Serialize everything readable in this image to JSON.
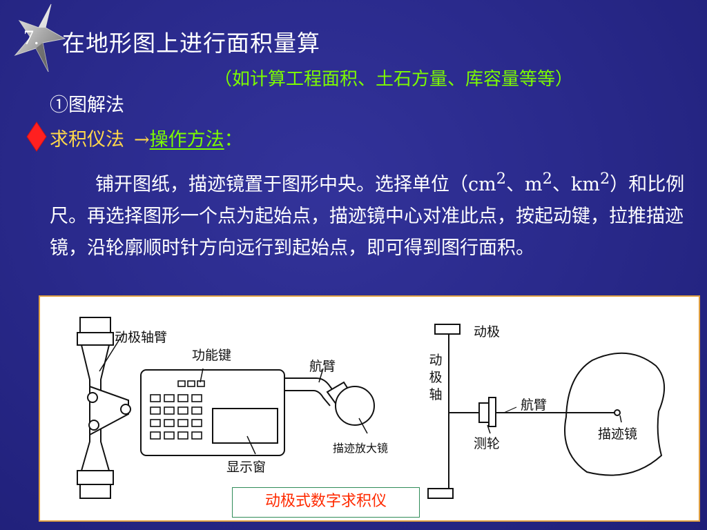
{
  "slide": {
    "number": "7.",
    "title": "在地形图上进行面积量算",
    "subtitle": "（如计算工程面积、土石方量、库容量等等）",
    "method1": "①图解法",
    "method2": "求积仪法",
    "arrow": "→",
    "operation_link": "操作方法",
    "colon": "：",
    "paragraph": {
      "part1": "铺开图纸，描迹镜置于图形中央。选择单位（cm",
      "sup1": "2",
      "part2": "、m",
      "sup2": "2",
      "part3": "、km",
      "sup3": "2",
      "part4": "）和比例尺。再选择图形一个点为起始点，描迹镜中心对准此点，按起动键，拉推描迹镜，沿轮廓顺时针方向远行到起始点，即可得到图行面积。"
    }
  },
  "figure": {
    "labels": {
      "pole_arm": "动极轴臂",
      "function_keys": "功能键",
      "tracing_arm_left": "航臂",
      "magnifier": "描迹放大镜",
      "display": "显示窗",
      "pole": "动极",
      "pole_axis": "动极轴",
      "tracing_arm_right": "航臂",
      "measuring_wheel": "测轮",
      "tracer": "描迹镜"
    },
    "caption": "动极式数字求积仪"
  },
  "colors": {
    "background": "#2a2a8c",
    "title": "#ffffff",
    "subtitle": "#7cfc00",
    "highlight": "#ffd84a",
    "diamond": "#ff2020",
    "caption": "#ff2a00",
    "figure_border": "#e0a040"
  },
  "icons": {
    "bullet": "diamond-bullet-icon",
    "title_decoration": "star-icon"
  }
}
